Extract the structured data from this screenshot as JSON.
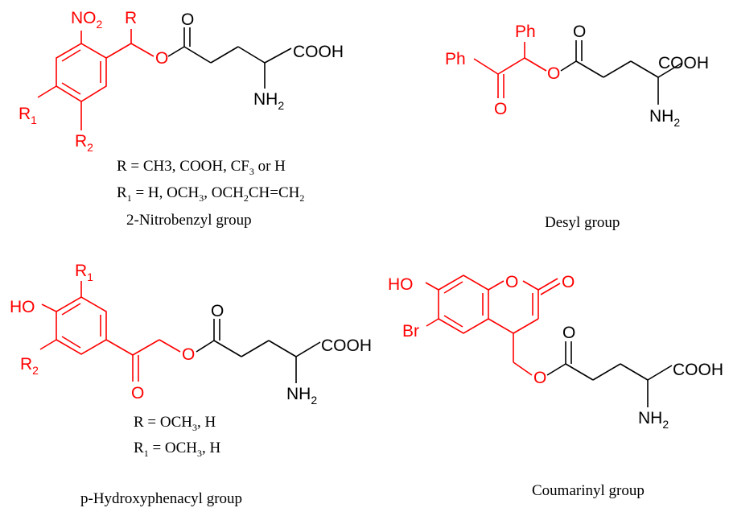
{
  "colors": {
    "protecting_group": "#ff0000",
    "glutamate": "#000000"
  },
  "labels": {
    "nitro_no": "NO",
    "sub2": "2",
    "r": "R",
    "r1_base": "R",
    "r1_sub": "1",
    "r2_base": "R",
    "r2_sub": "2",
    "o": "O",
    "cooh": "COOH",
    "nh": "NH",
    "ph": "Ph",
    "ho": "HO",
    "br": "Br"
  },
  "captions": {
    "nitrobenzyl_r_a": "R = CH3, COOH, CF",
    "nitrobenzyl_r_b": " or H",
    "nitrobenzyl_r1_a": " = H, OCH",
    "nitrobenzyl_r1_b": ", OCH",
    "nitrobenzyl_r1_c": "CH=CH",
    "sub3": "3",
    "sub2": "2",
    "nitrobenzyl_name": "2-Nitrobenzyl group",
    "desyl_name": "Desyl group",
    "hydroxy_r_a": "R = OCH",
    "hydroxy_r_b": ", H",
    "hydroxy_r1_a": " = OCH",
    "hydroxy_r1_b": ", H",
    "hydroxy_name": "p-Hydroxyphenacyl group",
    "coumarinyl_name": "Coumarinyl group"
  }
}
